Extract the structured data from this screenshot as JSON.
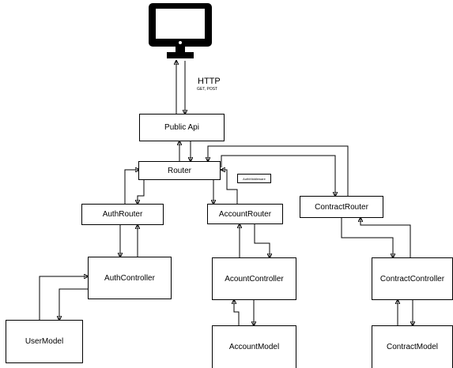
{
  "nodes": {
    "public_api": "Public Api",
    "router": "Router",
    "auth_router": "AuthRouter",
    "account_router": "AccountRouter",
    "contract_router": "ContractRouter",
    "auth_controller": "AuthController",
    "account_controller": "AcountController",
    "contract_controller": "ContractController",
    "user_model": "UserModel",
    "account_model": "AccountModel",
    "contract_model": "ContractModel"
  },
  "middleware_label": "AuthMiddleware",
  "http_label": "HTTP",
  "http_methods": "GET, POST",
  "icons": {
    "client": "monitor-icon"
  },
  "colors": {
    "stroke": "#000000",
    "background": "#ffffff"
  }
}
